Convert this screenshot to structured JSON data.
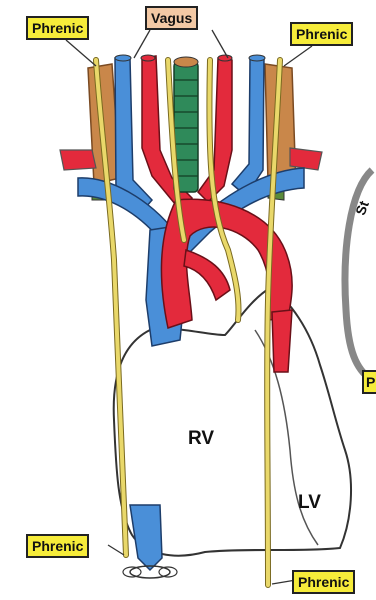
{
  "labels": {
    "phrenic_top_left": "Phrenic",
    "vagus_top": "Vagus",
    "phrenic_top_right": "Phrenic",
    "phrenic_bottom_left": "Phrenic",
    "phrenic_bottom_right": "Phrenic",
    "rv": "RV",
    "lv": "LV",
    "partial_right_tag": "P",
    "partial_right_text": "St"
  },
  "colors": {
    "label_bg": "#f6ec3a",
    "vagus_label_bg": "#f3c9a5",
    "vein": "#4a8fd8",
    "artery": "#e32a3c",
    "trachea": "#2f8a5a",
    "nerve": "#e9d86a",
    "muscle": "#c9874a",
    "heart_outline": "#333333"
  }
}
